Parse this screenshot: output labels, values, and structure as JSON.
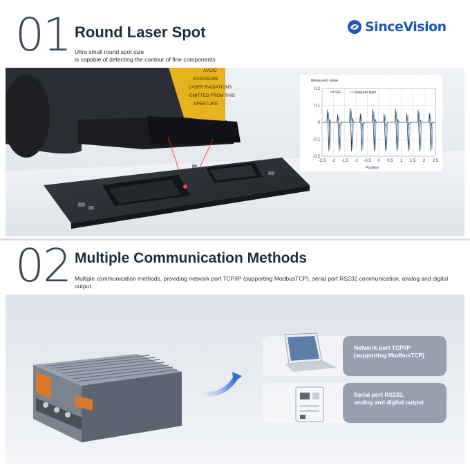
{
  "brand": {
    "name": "SinceVision",
    "color": "#1e56b8"
  },
  "section1": {
    "number": "01",
    "title": "Round Laser Spot",
    "subtitle_line1": "Ultra small round spot size",
    "subtitle_line2": "is capable of detecting the contour of fine components",
    "warning_label": [
      "AVOID",
      "EXPOSURE",
      "LASER RADIATIONS",
      "EMITTED FROM THIS",
      "APERTURE"
    ]
  },
  "chart_data": {
    "type": "line",
    "ylabel": "Measured value",
    "xlabel": "Position",
    "xlim": [
      -2.5,
      2.5
    ],
    "ylim": [
      -0.2,
      0.2
    ],
    "xticks": [
      "-2.5",
      "-2",
      "-1.5",
      "-1",
      "-0.5",
      "0",
      "0.5",
      "1",
      "1.5",
      "2",
      "2.5"
    ],
    "yticks": [
      "0.2",
      "0.1",
      "0",
      "-0.1",
      "-0.2"
    ],
    "series": [
      {
        "name": "SG",
        "color": "#2b2b2b",
        "x": [
          -2.2,
          -1.75,
          -1.2,
          -0.75,
          -0.2,
          0.3,
          0.8,
          1.3,
          1.8,
          2.3
        ],
        "y": [
          0.015,
          -0.012,
          0.025,
          -0.008,
          0.02,
          -0.01,
          0.018,
          -0.006,
          0.014,
          -0.004
        ]
      },
      {
        "name": "Regular type",
        "color": "#5b8fc7",
        "x": [
          -2.15,
          -1.7,
          -1.15,
          -0.7,
          -0.15,
          0.35,
          0.85,
          1.35,
          1.85,
          2.35
        ],
        "y": [
          0.0,
          -0.02,
          0.01,
          -0.016,
          0.006,
          -0.018,
          0.004,
          -0.014,
          0.002,
          -0.012
        ]
      }
    ],
    "grid": true,
    "legend_position": "top-left"
  },
  "section2": {
    "number": "02",
    "title": "Multiple Communication Methods",
    "subtitle": "Multiple communication methods, providing network port TCP/IP (supporting ModbusTCP), serial port RS232 communication, analog and digital output.",
    "cards": [
      {
        "label": "Network port TCP/IP\n(supporting ModbusTCP)",
        "icon": "laptop-icon"
      },
      {
        "label": "Serial port RS232,\nanalog and digital output",
        "icon": "io-module-icon"
      }
    ]
  }
}
